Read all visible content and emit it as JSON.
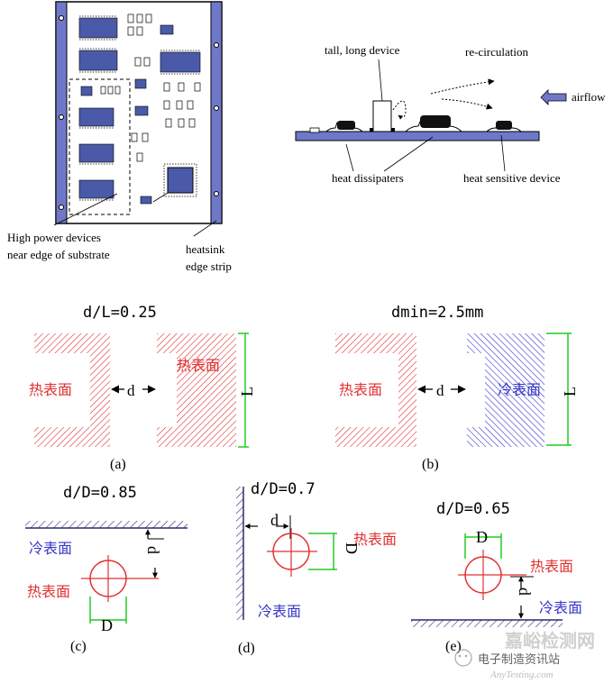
{
  "colors": {
    "hot": "#e03030",
    "cold": "#3636c8",
    "dim": "#22cc22",
    "frame": "#6f78c8",
    "ink": "#000000",
    "watermark": "#b0b0b0"
  },
  "top_left": {
    "label_high_power_1": "High power devices",
    "label_high_power_2": "near edge of substrate",
    "label_heatsink_1": "heatsink",
    "label_heatsink_2": "edge strip"
  },
  "top_right": {
    "label_tall": "tall, long device",
    "label_recirc": "re-circulation",
    "label_airflow": "airflow",
    "label_dissipaters": "heat dissipaters",
    "label_sensitive": "heat sensitive device"
  },
  "panel_a": {
    "title": "d/L=0.25",
    "left_label": "热表面",
    "right_label": "热表面",
    "d": "d",
    "L": "L",
    "caption": "(a)"
  },
  "panel_b": {
    "title": "dmin=2.5mm",
    "left_label": "热表面",
    "right_label": "冷表面",
    "d": "d",
    "L": "L",
    "caption": "(b)"
  },
  "panel_c": {
    "title": "d/D=0.85",
    "cold_label": "冷表面",
    "hot_label": "热表面",
    "d": "d",
    "D": "D",
    "caption": "(c)"
  },
  "panel_d": {
    "title": "d/D=0.7",
    "hot_label": "热表面",
    "cold_label": "冷表面",
    "d": "d",
    "D": "D",
    "caption": "(d)"
  },
  "panel_e": {
    "title": "d/D=0.65",
    "hot_label": "热表面",
    "cold_label": "冷表面",
    "d": "d",
    "D": "D",
    "caption": "(e)"
  },
  "watermark": {
    "line1": "嘉峪检测网",
    "line2": "电子制造资讯站",
    "line3": "AnyTesting.com"
  }
}
